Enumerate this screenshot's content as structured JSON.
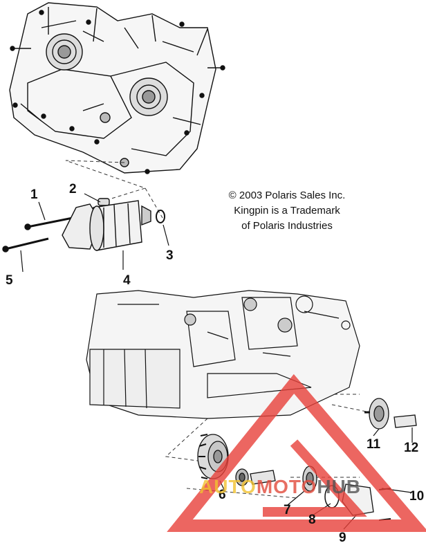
{
  "copyright": {
    "line1": "© 2003 Polaris Sales Inc.",
    "line2": "Kingpin is a Trademark",
    "line3": "of Polaris Industries"
  },
  "callouts": {
    "c1": "1",
    "c2": "2",
    "c3": "3",
    "c4": "4",
    "c5": "5",
    "c6": "6",
    "c7": "7",
    "c8": "8",
    "c9": "9",
    "c10": "10",
    "c11": "11",
    "c12": "12"
  },
  "watermark": {
    "part1": "AUTO",
    "part2": "MOTO",
    "part3": "HUB",
    "colors": {
      "part1": "#f2c230",
      "part2": "#e24a3c",
      "part3": "#555555",
      "triangle": "#e8413a"
    }
  }
}
